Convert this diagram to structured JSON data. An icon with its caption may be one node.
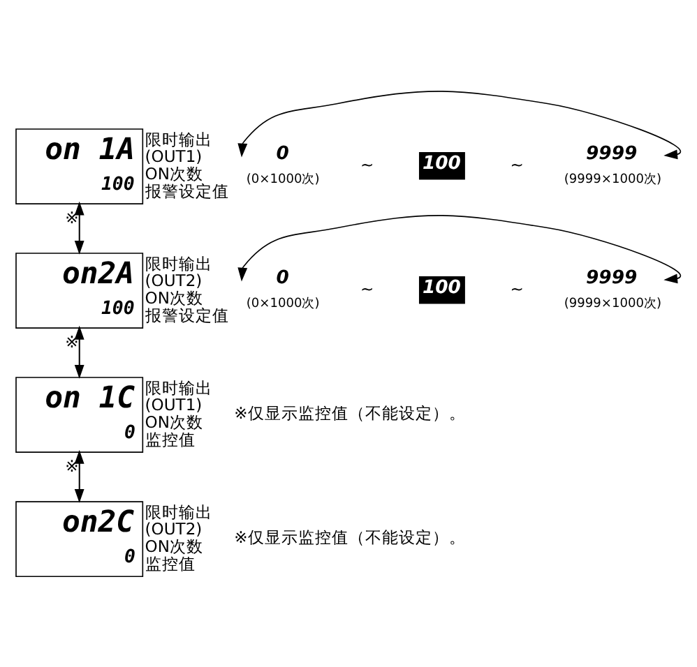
{
  "diagram": {
    "nodes": [
      {
        "text": [
          "on 1A",
          "100"
        ],
        "beside": [
          "限时输出",
          "(OUT1)",
          "ON次数",
          "报警设定值"
        ]
      },
      {
        "text": [
          "0"
        ],
        "beside": [
          "(0×1000次)"
        ]
      },
      {
        "text": [
          "100"
        ]
      },
      {
        "text": [
          "9999"
        ],
        "beside": [
          "(9999×1000次)"
        ]
      },
      {
        "text": [
          "on2A",
          "100"
        ],
        "beside": [
          "限时输出",
          "(OUT2)",
          "ON次数",
          "报警设定值"
        ]
      },
      {
        "text": [
          "0"
        ],
        "beside": [
          "(0×1000次)"
        ]
      },
      {
        "text": [
          "100"
        ]
      },
      {
        "text": [
          "9999"
        ],
        "beside": [
          "(9999×1000次)"
        ]
      },
      {
        "text": [
          "on 1C",
          "0"
        ],
        "beside": [
          "限时输出",
          "(OUT1)",
          "ON次数",
          "监控值"
        ]
      },
      {
        "text": [
          "on2C",
          "0"
        ],
        "beside": [
          "限时输出",
          "(OUT2)",
          "ON次数",
          "监控值"
        ]
      }
    ],
    "edges": [
      {
        "from": 4,
        "to": 0,
        "arrow": "to",
        "label": "※"
      },
      {
        "from": 0,
        "to": 4,
        "arrow": "to"
      },
      {
        "from": 1,
        "to": 3,
        "arrow": "both"
      },
      {
        "from": 8,
        "to": 4,
        "arrow": "to",
        "label": "※"
      },
      {
        "from": 4,
        "to": 8,
        "arrow": "to"
      },
      {
        "from": 5,
        "to": 7,
        "arrow": "both"
      },
      {
        "from": 9,
        "to": 8,
        "arrow": "to",
        "label": "※"
      },
      {
        "from": 8,
        "to": 9,
        "arrow": "to"
      }
    ],
    "labels": [
      "~",
      "~",
      "~",
      "~",
      "※仅显示监控值（不能设定）。",
      "※仅显示监控值（不能设定）。"
    ]
  }
}
